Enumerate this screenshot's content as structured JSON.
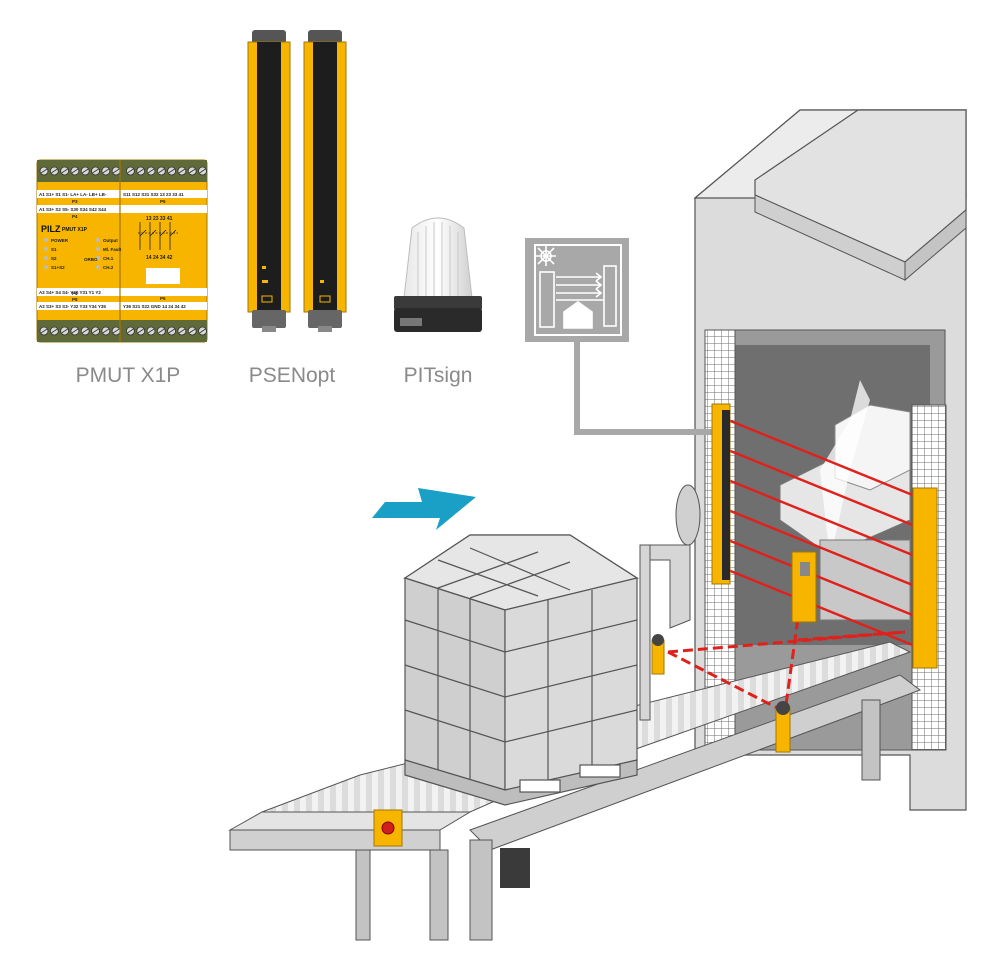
{
  "products": [
    {
      "id": "pmut",
      "label": "PMUT X1P"
    },
    {
      "id": "psenopt",
      "label": "PSENopt"
    },
    {
      "id": "pitsign",
      "label": "PITsign"
    }
  ],
  "relay": {
    "brand": "PILZ",
    "model": "PMUT X1P",
    "top_row_1": "A1  S1+  S1   S1- LA+ LA-  LB+ LB-",
    "top_row_1_right": "S11 S12 S31 S32  13   23   33   41",
    "top_block": "P3",
    "top_block_right": "P5",
    "top_row_2": "A1  S3+  S2   S5-  S30 S34 S42 S44",
    "mid_block": "P4",
    "contacts_top": "13 23 33 41",
    "contacts_bottom": "14 24 34 42",
    "led_left": [
      "POWER",
      "S1",
      "S2",
      "S1+S2"
    ],
    "led_right": [
      "Output",
      "Ml. Fault",
      "CH.1",
      "CH.2"
    ],
    "center_code": "ORBO",
    "bottom_block": "P4",
    "bottom_block_right": "P5",
    "bottom_row_1": "A2  S4+  S4   S4- Y30 Y31  Y1   Y2",
    "bottom_block_2": "P8",
    "bottom_row_2": "A2  S3+  S3   S3- Y32 Y33 Y34 Y35",
    "bottom_row_2_right": "Y36 S21 S22 GND 14   24   34   42"
  },
  "colors": {
    "safety_yellow": "#f7b500",
    "laser_red": "#e0201b",
    "flow_arrow": "#1a9fc6",
    "machine_gray": "#d6d6d6",
    "label_gray": "#8a8a8a"
  },
  "icons": {
    "machine_symbol": "hazard-machine-icon",
    "flow_direction": "arrow-icon"
  }
}
